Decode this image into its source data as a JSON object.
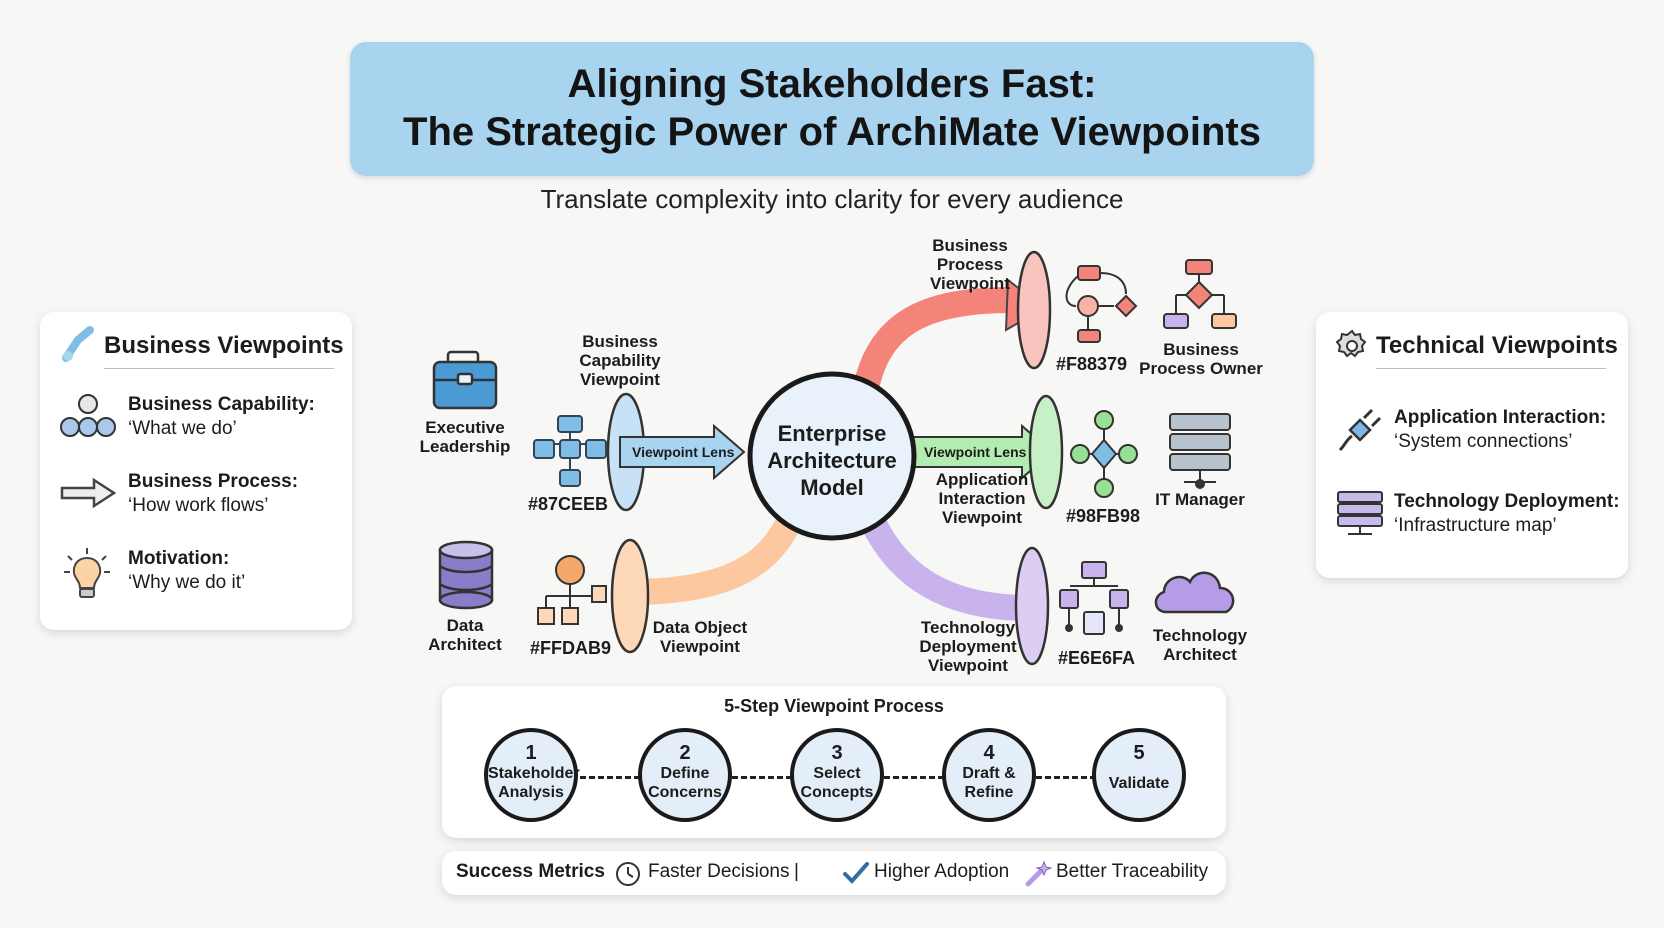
{
  "title": {
    "line1": "Aligning Stakeholders Fast:",
    "line2": "The Strategic Power of ArchiMate Viewpoints"
  },
  "subtitle": "Translate complexity into clarity for every audience",
  "business_panel": {
    "title": "Business Viewpoints",
    "items": [
      {
        "label": "Business Capability:",
        "desc": "‘What we do’",
        "icon": "capability-circles-icon"
      },
      {
        "label": "Business Process:",
        "desc": "‘How work flows’",
        "icon": "process-arrow-icon"
      },
      {
        "label": "Motivation:",
        "desc": "‘Why we do it’",
        "icon": "lightbulb-icon"
      }
    ]
  },
  "technical_panel": {
    "title": "Technical Viewpoints",
    "items": [
      {
        "label": "Application Interaction:",
        "desc": "‘System connections’",
        "icon": "plug-icon"
      },
      {
        "label": "Technology Deployment:",
        "desc": "‘Infrastructure map’",
        "icon": "server-rack-icon"
      }
    ]
  },
  "center": {
    "line1": "Enterprise",
    "line2": "Architecture",
    "line3": "Model"
  },
  "viewpoints": {
    "capability": {
      "line1": "Business",
      "line2": "Capability",
      "line3": "Viewpoint",
      "lens": "Viewpoint Lens",
      "color": "#87CEEB",
      "hex": "#87CEEB",
      "stakeholder": [
        "Executive",
        "Leadership"
      ]
    },
    "process": {
      "line1": "Business",
      "line2": "Process",
      "line3": "Viewpoint",
      "color": "#F88379",
      "hex": "#F88379",
      "stakeholder": [
        "Business",
        "Process Owner"
      ]
    },
    "application": {
      "line1": "Application",
      "line2": "Interaction",
      "line3": "Viewpoint",
      "lens": "Viewpoint Lens",
      "color": "#98FB98",
      "hex": "#98FB98",
      "stakeholder": [
        "IT Manager"
      ]
    },
    "data": {
      "line1": "Data Object",
      "line2": "Viewpoint",
      "color": "#FFDAB9",
      "hex": "#FFDAB9",
      "stakeholder": [
        "Data",
        "Architect"
      ]
    },
    "technology": {
      "line1": "Technology",
      "line2": "Deployment",
      "line3": "Viewpoint",
      "color": "#E6E6FA",
      "hex": "#E6E6FA",
      "stakeholder": [
        "Technology",
        "Architect"
      ]
    }
  },
  "process": {
    "title": "5-Step Viewpoint Process",
    "steps": [
      {
        "n": "1",
        "line1": "Stakeholder",
        "line2": "Analysis"
      },
      {
        "n": "2",
        "line1": "Define",
        "line2": "Concerns"
      },
      {
        "n": "3",
        "line1": "Select",
        "line2": "Concepts"
      },
      {
        "n": "4",
        "line1": "Draft &",
        "line2": "Refine"
      },
      {
        "n": "5",
        "line1": "Validate",
        "line2": ""
      }
    ]
  },
  "metrics": {
    "label": "Success Metrics",
    "items": [
      {
        "text": "Faster Decisions",
        "icon": "clock-icon"
      },
      {
        "text": "Higher Adoption",
        "icon": "checkmark-icon"
      },
      {
        "text": "Better Traceability",
        "icon": "sparkle-icon"
      }
    ],
    "separator": "|"
  }
}
